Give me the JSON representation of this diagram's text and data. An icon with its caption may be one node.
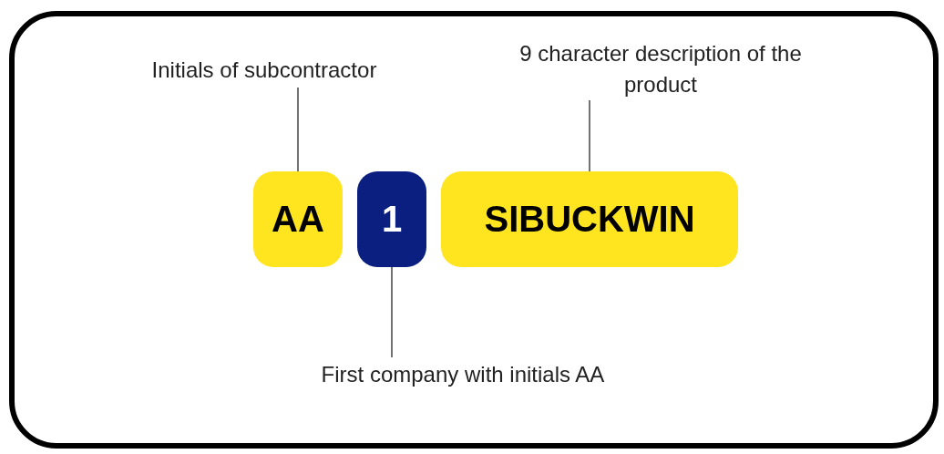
{
  "diagram": {
    "nodes": [
      {
        "text": [
          "Initials of subcontractor"
        ]
      },
      {
        "text": [
          "9 character description of the product"
        ]
      },
      {
        "text": [
          "AA"
        ]
      },
      {
        "text": [
          "1"
        ]
      },
      {
        "text": [
          "SIBUCKWIN"
        ]
      },
      {
        "text": [
          "First company with initials AA"
        ]
      }
    ],
    "edges": [
      {
        "from": 0,
        "to": 2,
        "arrow": "none"
      },
      {
        "from": 1,
        "to": 4,
        "arrow": "none"
      },
      {
        "from": 5,
        "to": 3,
        "arrow": "none"
      }
    ]
  }
}
